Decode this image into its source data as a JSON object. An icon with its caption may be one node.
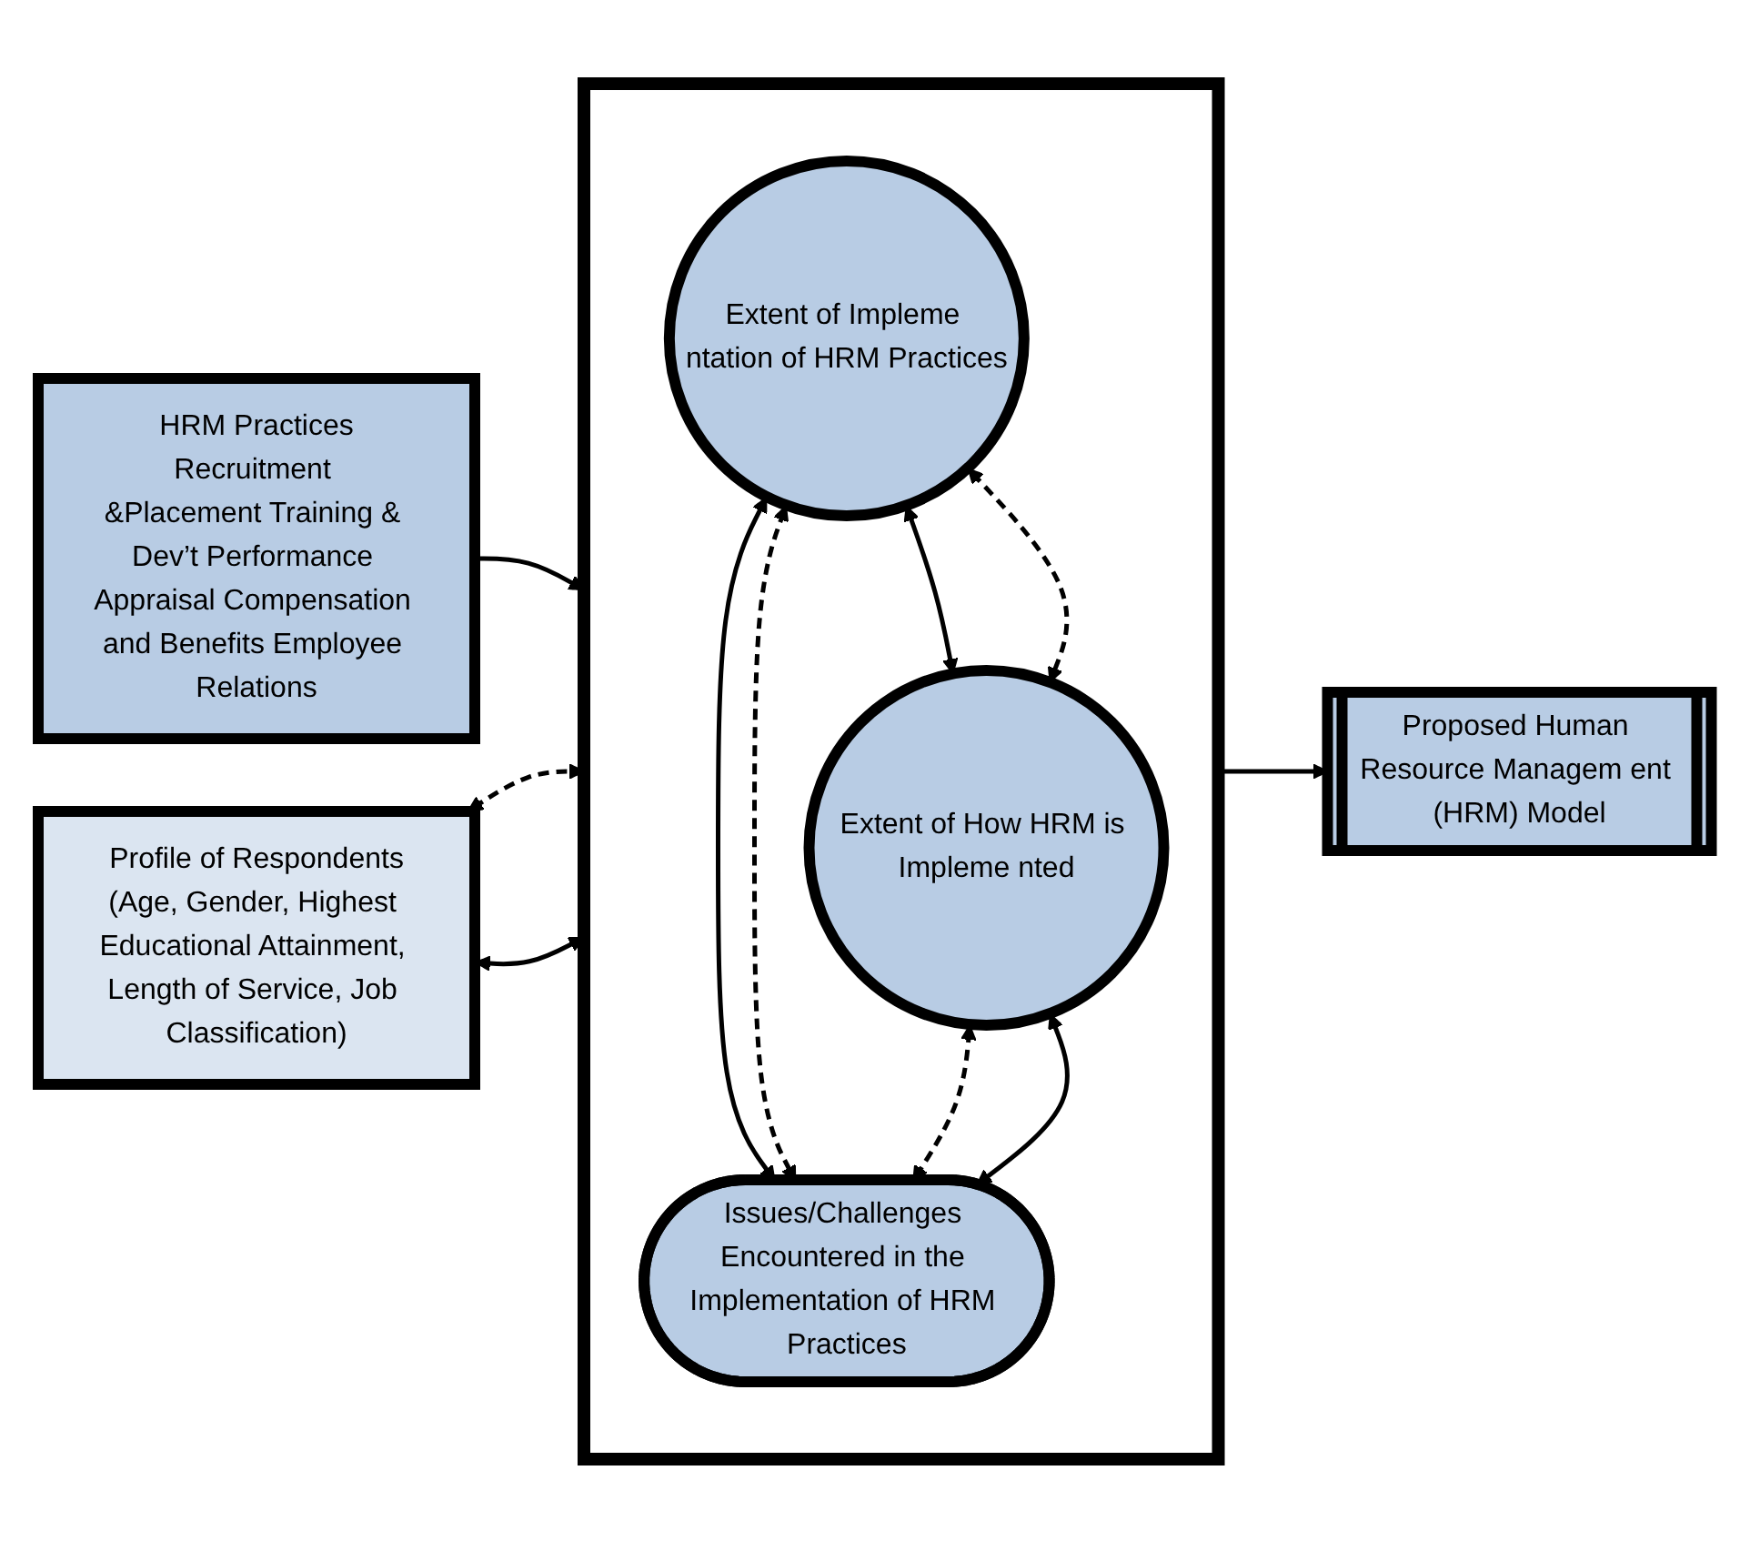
{
  "diagram": {
    "nodes": [
      {
        "text": [
          "HRM Practices",
          "Recruitment &Placement Training & Dev’t Performance Appraisal Compensation and Benefits Employee Relations"
        ]
      },
      {
        "text": [
          "Profile of Respondents",
          "(Age, Gender, Highest Educational Attainment, Length of Service, Job Classification)"
        ]
      },
      {
        "text": [],
        "shape": "trapezoid"
      },
      {
        "text": [
          "Extent of Impleme ntation of HRM Practices"
        ],
        "in": 2
      },
      {
        "text": [
          "Extent of How HRM is Impleme nted"
        ],
        "in": 2
      },
      {
        "text": [
          "Issues/Challenges Encountered in the Implementation of HRM Practices"
        ],
        "in": 2
      },
      {
        "text": [
          "Proposed Human Resource Managem ent (HRM) Model"
        ]
      }
    ],
    "edges": [
      {
        "from": 0,
        "to": 2,
        "arrow": "to"
      },
      {
        "from": 1,
        "to": 2,
        "arrow": "both",
        "style": "dashed"
      },
      {
        "from": 1,
        "to": 2,
        "arrow": "both"
      },
      {
        "from": 3,
        "to": 4,
        "arrow": "both"
      },
      {
        "from": 3,
        "to": 4,
        "arrow": "both",
        "style": "dashed"
      },
      {
        "from": 3,
        "to": 5,
        "arrow": "both"
      },
      {
        "from": 3,
        "to": 5,
        "arrow": "both",
        "style": "dashed"
      },
      {
        "from": 4,
        "to": 5,
        "arrow": "both",
        "style": "dashed"
      },
      {
        "from": 4,
        "to": 5,
        "arrow": "both"
      },
      {
        "from": 2,
        "to": 6,
        "arrow": "to"
      }
    ]
  }
}
